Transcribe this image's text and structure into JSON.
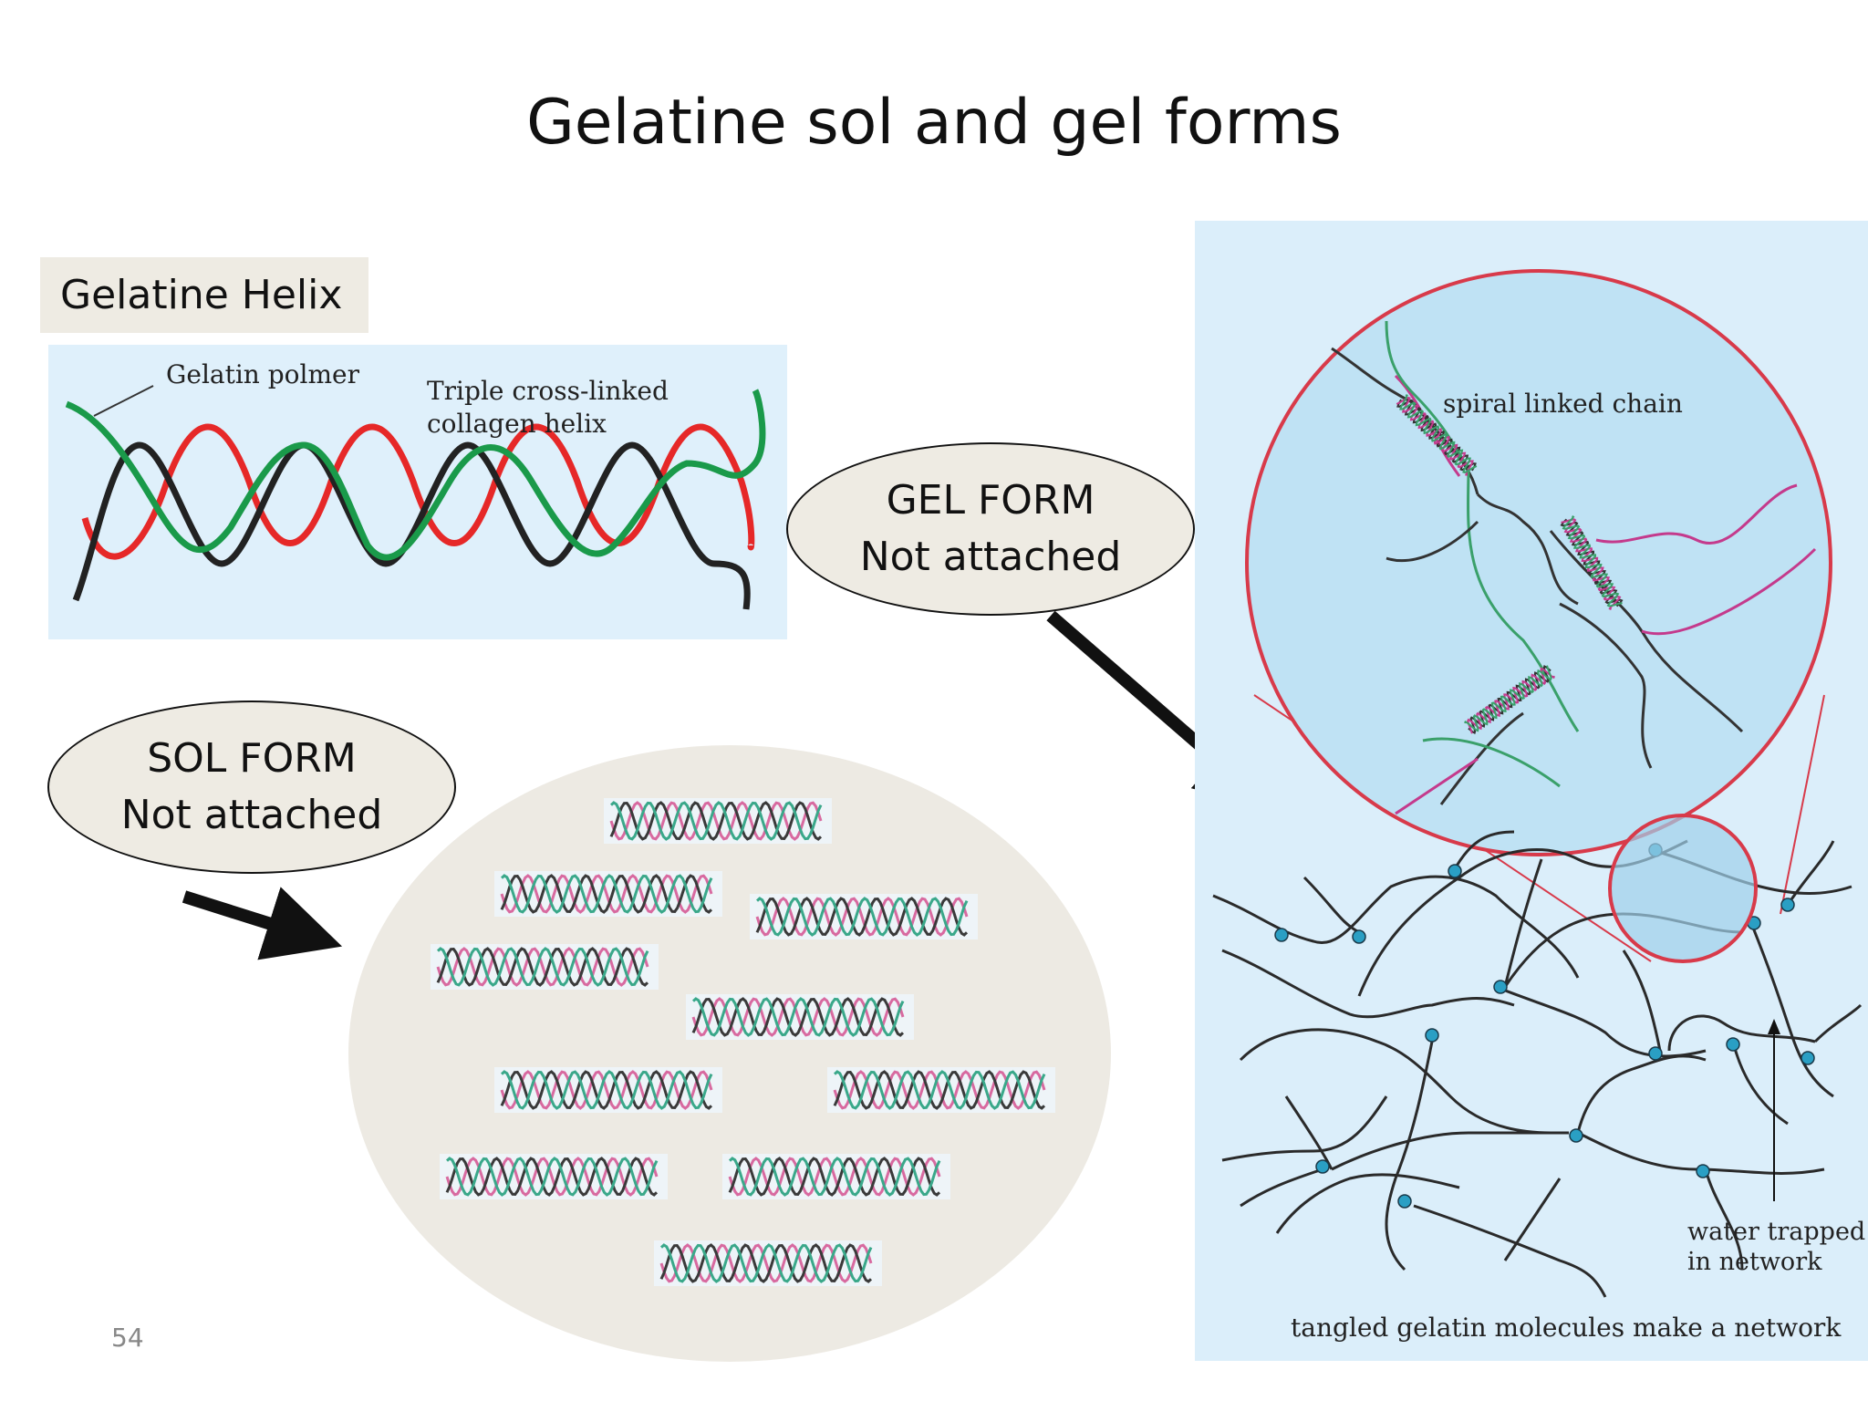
{
  "slide": {
    "title": "Gelatine sol and gel forms",
    "page_number": "54"
  },
  "helix": {
    "label": "Gelatine Helix",
    "polymer_label": "Gelatin polmer",
    "triple_label_1": "Triple cross-linked",
    "triple_label_2": "collagen helix",
    "strand_colors": [
      "#1a9a4a",
      "#222222",
      "#e62828"
    ]
  },
  "gel_callout": {
    "line1": "GEL FORM",
    "line2": "Not attached"
  },
  "sol_callout": {
    "line1": "SOL FORM",
    "line2": "Not attached"
  },
  "gel_diagram": {
    "spiral_label": "spiral linked chain",
    "water_label_1": "water trapped",
    "water_label_2": "in network",
    "network_label": "tangled gelatin molecules make a network",
    "node_color": "#2a9fc4",
    "circle_color": "#d83a4a"
  },
  "sol_diagram": {
    "background_color": "#edeae3",
    "helix_count": 10
  }
}
